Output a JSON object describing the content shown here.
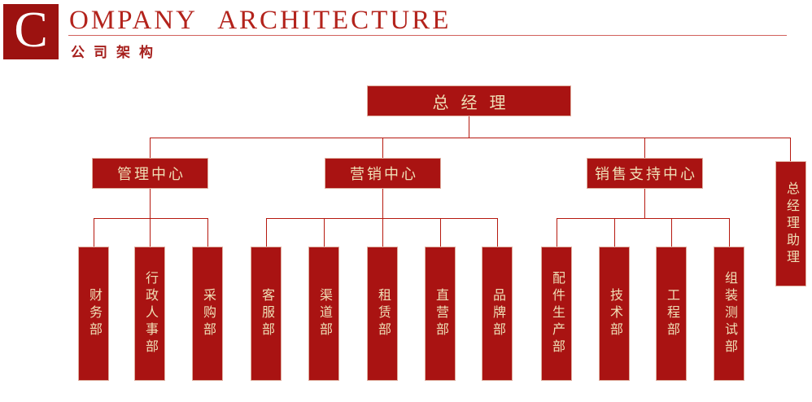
{
  "header": {
    "drop_cap": "C",
    "title": "OMPANY ARCHITECTURE",
    "subtitle": "公司架构"
  },
  "colors": {
    "box_red": "#a91312",
    "logo_red": "#9c1210",
    "line_red": "#b6190f",
    "divider_red": "#d2625c",
    "title_red": "#b3231c",
    "box_text_cream": "#efdfb6"
  },
  "org": {
    "root": {
      "label": "总经理"
    },
    "assistant": {
      "label": "总经理助理"
    },
    "centers": [
      {
        "label": "管理中心",
        "children": [
          "财务部",
          "行政人事部",
          "采购部"
        ]
      },
      {
        "label": "营销中心",
        "children": [
          "客服部",
          "渠道部",
          "租赁部",
          "直营部",
          "品牌部"
        ]
      },
      {
        "label": "销售支持中心",
        "children": [
          "配件生产部",
          "技术部",
          "工程部",
          "组装测试部"
        ]
      }
    ]
  }
}
